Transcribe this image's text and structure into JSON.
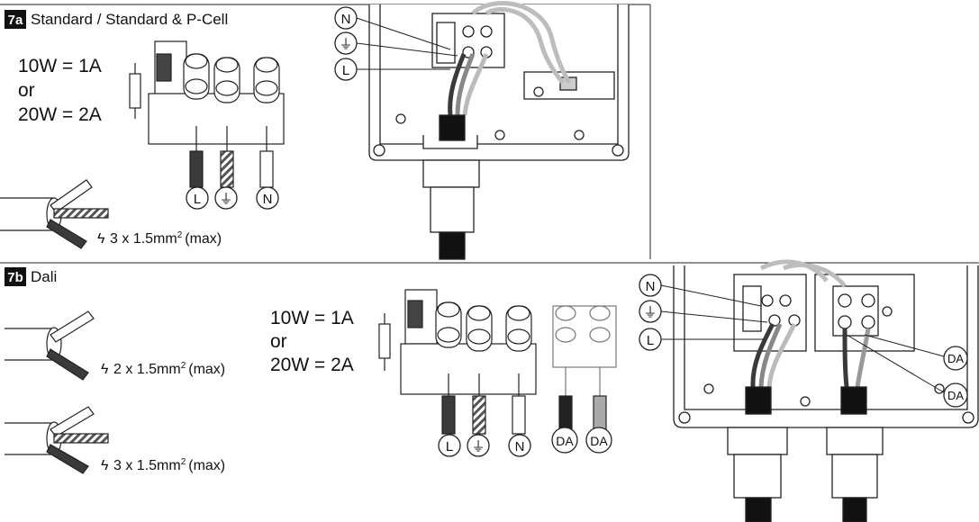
{
  "section_a": {
    "badge": "7a",
    "title": "Standard / Standard & P-Cell",
    "power_line1": "10W = 1A",
    "power_line2": "or",
    "power_line3": "20W = 2A",
    "cable_spec": "3 x 1.5mm",
    "cable_sup": "2",
    "cable_max": "(max)",
    "terminal_labels": [
      "L",
      "⏚",
      "N"
    ],
    "box_labels": [
      "N",
      "⏚",
      "L"
    ]
  },
  "section_b": {
    "badge": "7b",
    "title": "Dali",
    "power_line1": "10W = 1A",
    "power_line2": "or",
    "power_line3": "20W = 2A",
    "cable1_spec": "2 x 1.5mm",
    "cable1_sup": "2",
    "cable1_max": "(max)",
    "cable2_spec": "3 x 1.5mm",
    "cable2_sup": "2",
    "cable2_max": "(max)",
    "terminal_labels": [
      "L",
      "⏚",
      "N",
      "DA",
      "DA"
    ],
    "box_labels": [
      "N",
      "⏚",
      "L"
    ],
    "dali_labels": [
      "DA",
      "DA"
    ]
  },
  "colors": {
    "stroke": "#222222",
    "wire_dark": "#3a3a3a",
    "wire_gray": "#bdbdbd",
    "badge_bg": "#111111"
  }
}
